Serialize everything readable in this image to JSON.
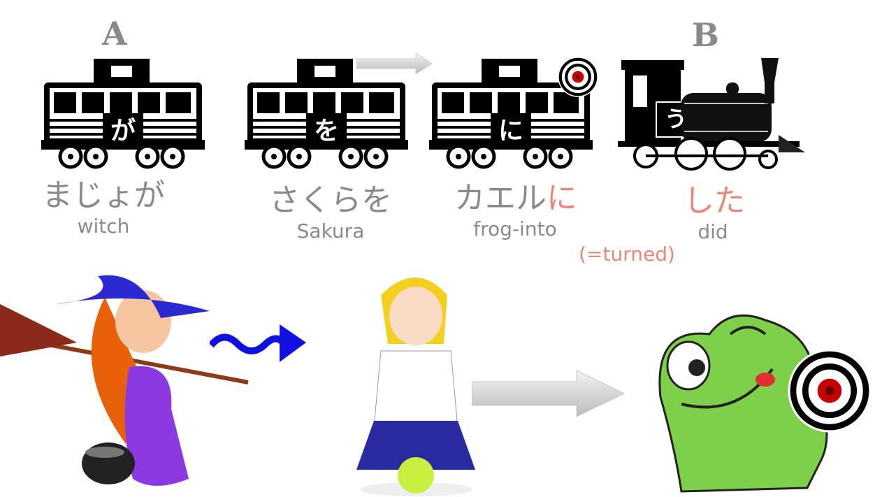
{
  "labels": {
    "a": "A",
    "b": "B"
  },
  "cars": [
    {
      "particle": "が",
      "word_main": "まじょ",
      "word_particle": "が",
      "gloss": "witch"
    },
    {
      "particle": "を",
      "word_main": "さくら",
      "word_particle": "を",
      "gloss": "Sakura"
    },
    {
      "particle": "に",
      "word_main": "カエル",
      "word_particle": "に",
      "gloss": "frog-into"
    },
    {
      "particle": "う",
      "word_main": "",
      "word_particle": "した",
      "gloss": "did"
    }
  ],
  "note": "(=turned)",
  "colors": {
    "highlight": "#e8887a",
    "text_gray": "#8a8a8a",
    "arrow_blue": "#1010e0"
  }
}
